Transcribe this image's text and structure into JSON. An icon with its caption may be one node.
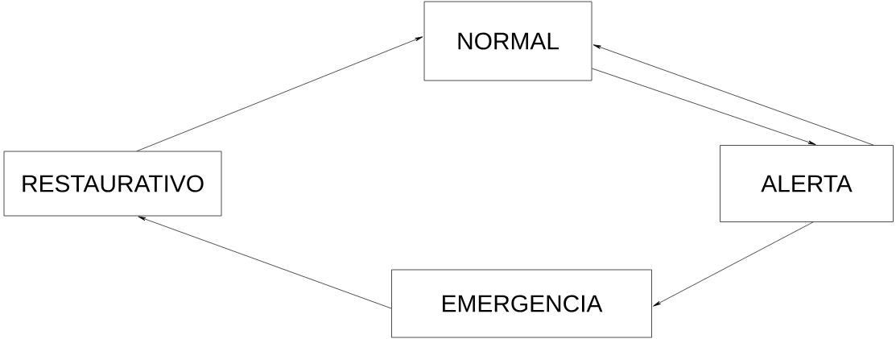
{
  "diagram": {
    "nodes": [
      {
        "text": [
          "NORMAL"
        ]
      },
      {
        "text": [
          "RESTAURATIVO"
        ]
      },
      {
        "text": [
          "ALERTA"
        ]
      },
      {
        "text": [
          "EMERGENCIA"
        ]
      }
    ],
    "edges": [
      {
        "from": 1,
        "to": 0,
        "arrow": "to"
      },
      {
        "from": 0,
        "to": 2,
        "arrow": "to"
      },
      {
        "from": 2,
        "to": 0,
        "arrow": "to"
      },
      {
        "from": 2,
        "to": 3,
        "arrow": "to"
      },
      {
        "from": 3,
        "to": 1,
        "arrow": "to"
      }
    ]
  }
}
